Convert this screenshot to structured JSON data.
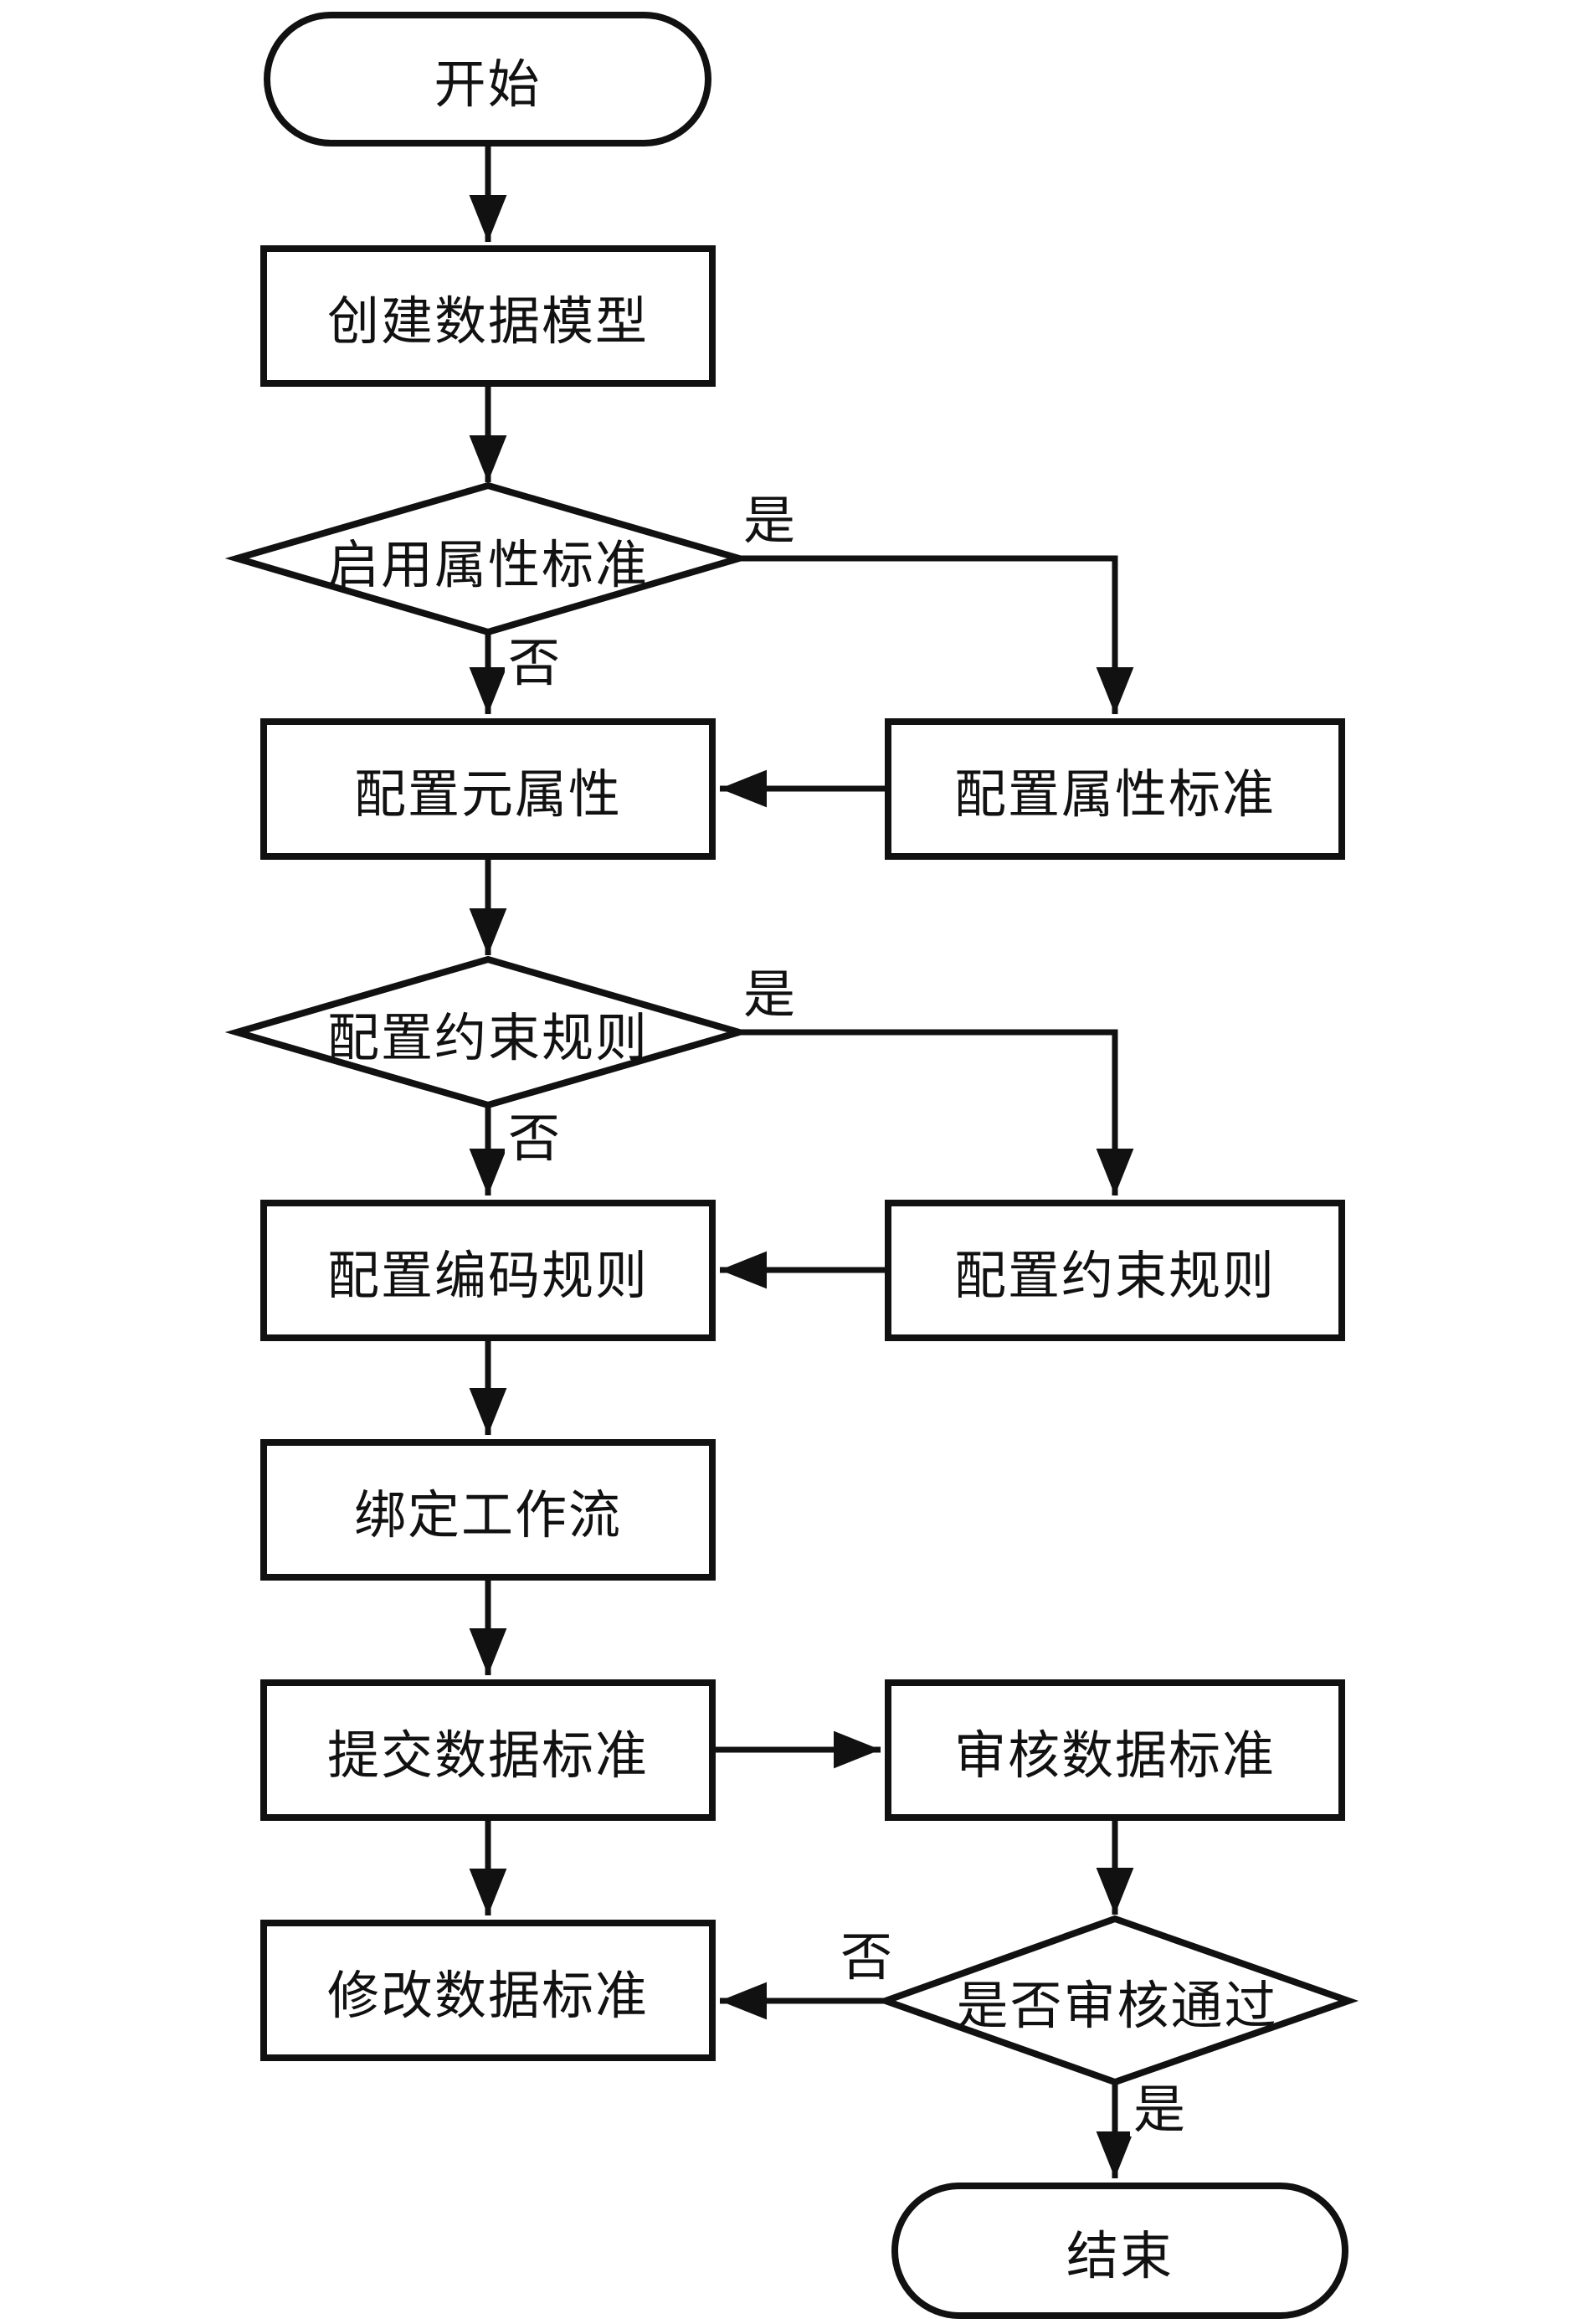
{
  "page": {
    "background": "#ffffff",
    "stroke_color": "#111111",
    "text_color": "#111111"
  },
  "nodes": {
    "start": "开始",
    "create_data_model": "创建数据模型",
    "enable_attribute_standard": "启用属性标准",
    "configure_meta_attributes": "配置元属性",
    "configure_attribute_standard": "配置属性标准",
    "configure_constraint_rules_decision": "配置约束规则",
    "configure_encoding_rules": "配置编码规则",
    "configure_constraint_rules": "配置约束规则",
    "bind_workflow": "绑定工作流",
    "submit_data_standard": "提交数据标准",
    "review_data_standard": "审核数据标准",
    "modify_data_standard": "修改数据标准",
    "review_passed_decision": "是否审核通过",
    "end": "结束"
  },
  "edge_labels": {
    "enable_attribute_standard_yes": "是",
    "enable_attribute_standard_no": "否",
    "configure_constraint_rules_yes": "是",
    "configure_constraint_rules_no": "否",
    "review_passed_no": "否",
    "review_passed_yes": "是"
  }
}
